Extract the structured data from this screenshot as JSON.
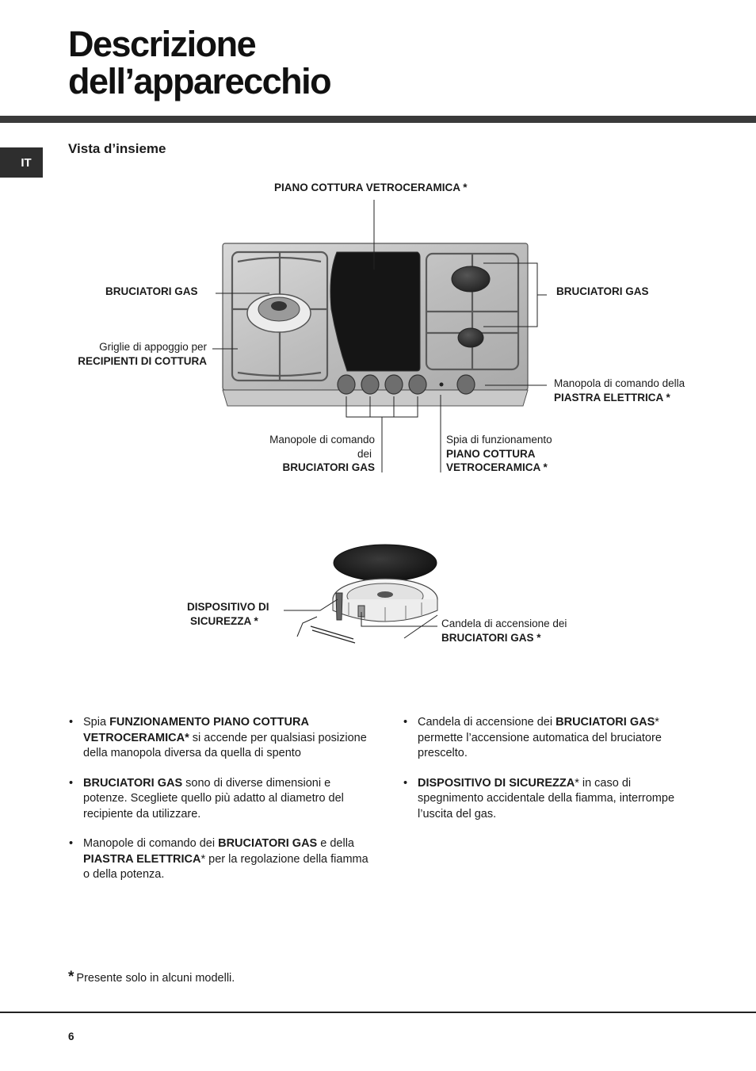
{
  "header": {
    "title_line1": "Descrizione",
    "title_line2": "dell’apparecchio",
    "language_tab": "IT"
  },
  "section": {
    "subtitle": "Vista d’insieme"
  },
  "diagram_top": {
    "label_piano": "PIANO COTTURA VETROCERAMICA *",
    "label_bruciatori_left": "BRUCIATORI GAS",
    "label_bruciatori_right": "BRUCIATORI GAS",
    "griglie_line1": "Griglie di appoggio per",
    "griglie_line2": "RECIPIENTI DI COTTURA",
    "manopola_line1": "Manopola di comando della",
    "manopola_line2": "PIASTRA ELETTRICA *",
    "manopole_line1": "Manopole di comando",
    "manopole_line2": "dei",
    "manopole_line3": "BRUCIATORI GAS",
    "spia_line1": "Spia di funzionamento",
    "spia_line2": "PIANO COTTURA",
    "spia_line3": "VETROCERAMICA *"
  },
  "diagram_bottom": {
    "dispositivo_line1": "DISPOSITIVO DI",
    "dispositivo_line2": "SICUREZZA *",
    "candela_line1": "Candela di accensione dei",
    "candela_line2": "BRUCIATORI GAS *"
  },
  "bullets_left": {
    "b1_pre": "Spia ",
    "b1_bold": "FUNZIONAMENTO PIANO COTTURA VETROCERAMICA*",
    "b1_post": " si accende per qualsiasi posizione della manopola diversa da quella di spento",
    "b2_bold": "BRUCIATORI GAS",
    "b2_post": " sono di diverse dimensioni e potenze. Scegliete quello più adatto al diametro del recipiente da utilizzare.",
    "b3_pre": "Manopole di comando dei ",
    "b3_bold1": "BRUCIATORI GAS",
    "b3_mid": " e della ",
    "b3_bold2": "PIASTRA ELETTRICA",
    "b3_post": "*  per la regolazione della fiamma o della potenza."
  },
  "bullets_right": {
    "b1_pre": "Candela di accensione dei ",
    "b1_bold": "BRUCIATORI GAS",
    "b1_post": "* permette l’accensione automatica del bruciatore prescelto.",
    "b2_bold": "DISPOSITIVO DI SICUREZZA",
    "b2_post": "* in caso di spegnimento accidentale della fiamma, interrompe l’uscita del gas."
  },
  "footer": {
    "star": "*",
    "footnote": "Presente solo in alcuni modelli.",
    "page_number": "6"
  }
}
